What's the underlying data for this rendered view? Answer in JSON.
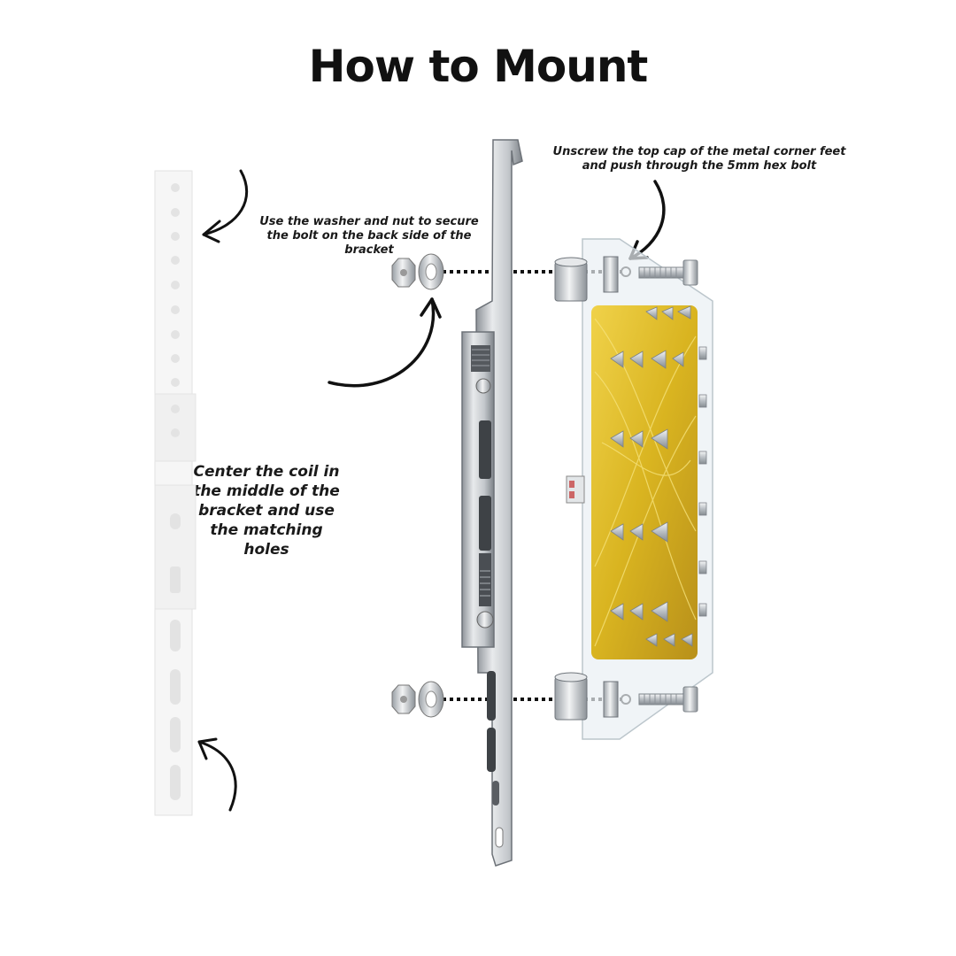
{
  "title": "How to Mount",
  "notes": {
    "corner_feet": "Unscrew the top cap of the metal corner feet and push  through the 5mm hex bolt",
    "washer_nut": "Use the washer and nut to secure the bolt on the back side of the bracket",
    "center_coil": "Center the coil in the middle of the bracket and use the matching holes"
  },
  "colors": {
    "text": "#111111",
    "coil_gold": "#d9b420",
    "metal": "#c9cdd1",
    "strip": "#f4f4f4"
  }
}
